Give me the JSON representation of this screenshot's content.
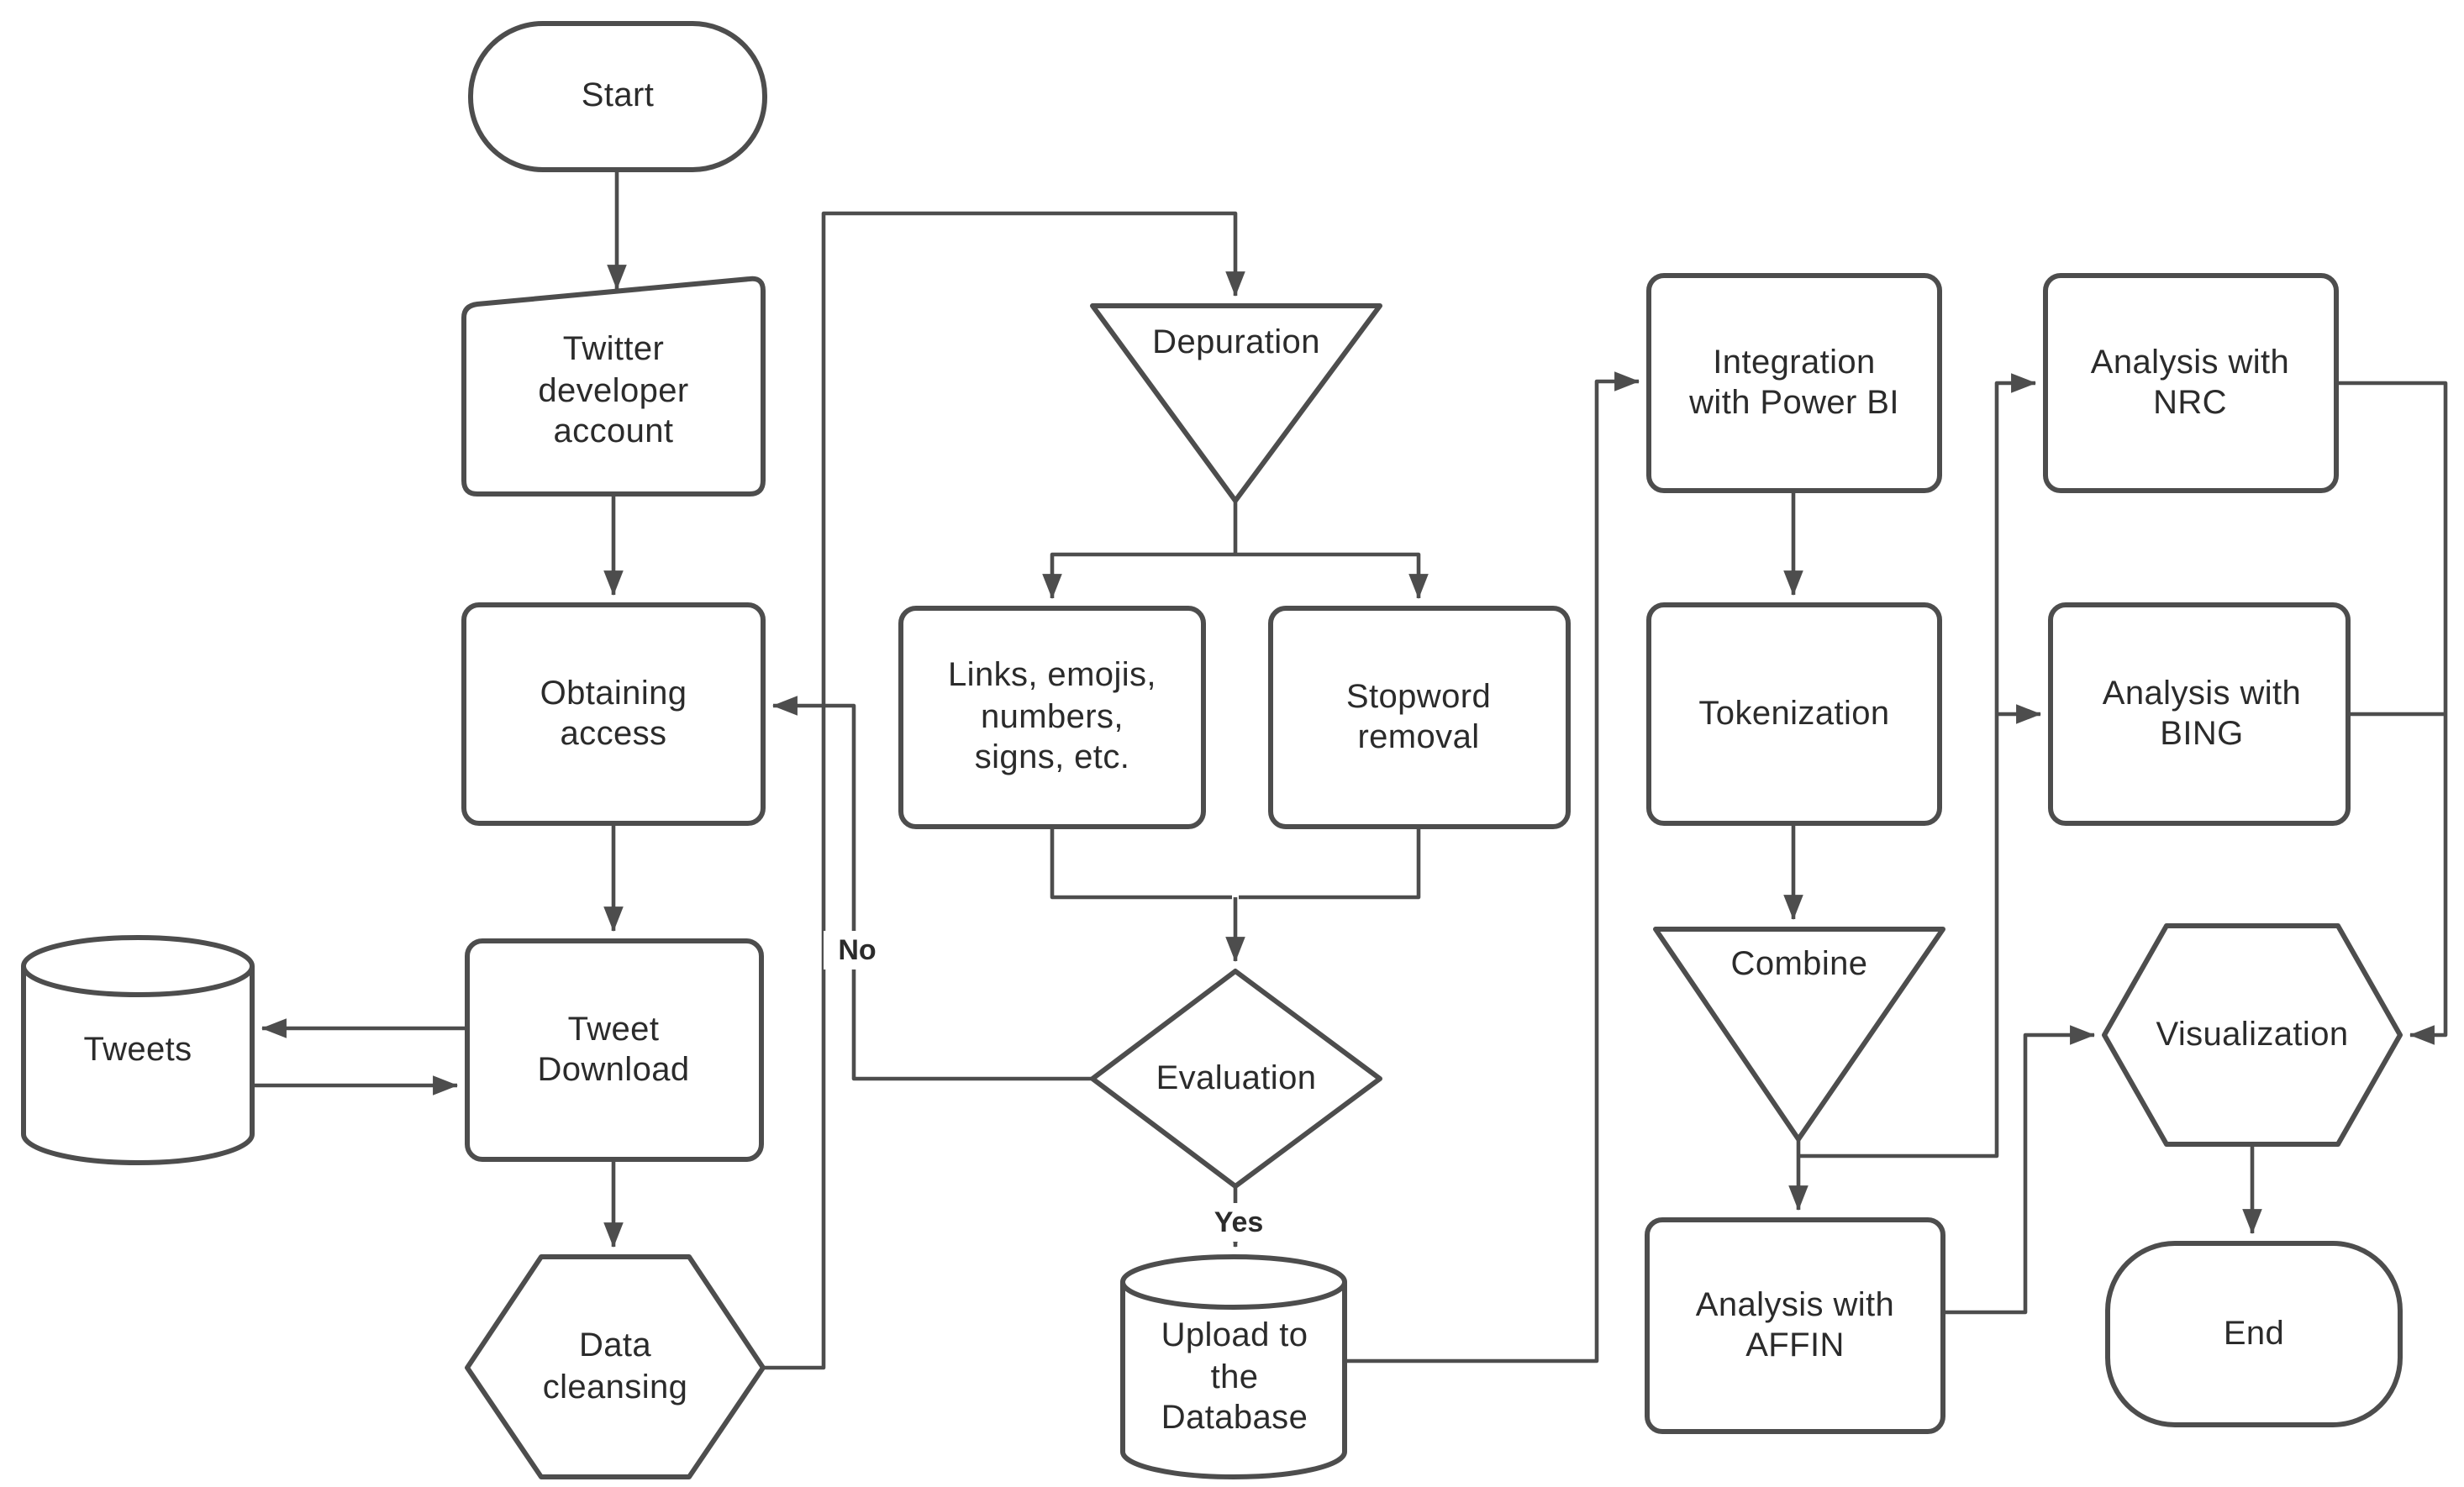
{
  "diagram_type": "flowchart",
  "colors": {
    "stroke": "#4d4d4d",
    "fill": "#ffffff",
    "text": "#2b2b2b",
    "canvas": "#ffffff"
  },
  "nodes": {
    "start": {
      "label": "Start",
      "shape": "terminator"
    },
    "twitter_account": {
      "label": "Twitter developer account",
      "shape": "card"
    },
    "obtaining_access": {
      "label": "Obtaining access",
      "shape": "process"
    },
    "tweets_db": {
      "label": "Tweets",
      "shape": "database"
    },
    "tweet_download": {
      "label": "Tweet Download",
      "shape": "process"
    },
    "data_cleansing": {
      "label": "Data cleansing",
      "shape": "hexagon"
    },
    "depuration": {
      "label": "Depuration",
      "shape": "funnel"
    },
    "links_removal": {
      "label": "Links, emojis, numbers, signs, etc.",
      "shape": "process"
    },
    "stopword_removal": {
      "label": "Stopword removal",
      "shape": "process"
    },
    "evaluation": {
      "label": "Evaluation",
      "shape": "decision"
    },
    "upload_db": {
      "label": "Upload to the Database",
      "shape": "database"
    },
    "integration_bi": {
      "label": "Integration with Power BI",
      "shape": "process"
    },
    "tokenization": {
      "label": "Tokenization",
      "shape": "process"
    },
    "combine": {
      "label": "Combine",
      "shape": "funnel"
    },
    "analysis_affin": {
      "label": "Analysis with AFFIN",
      "shape": "process"
    },
    "analysis_nrc": {
      "label": "Analysis with NRC",
      "shape": "process"
    },
    "analysis_bing": {
      "label": "Analysis with BING",
      "shape": "process"
    },
    "visualization": {
      "label": "Visualization",
      "shape": "hexagon"
    },
    "end": {
      "label": "End",
      "shape": "terminator"
    }
  },
  "labels": {
    "no": "No",
    "yes": "Yes"
  },
  "edges": [
    {
      "from": "start",
      "to": "twitter_account"
    },
    {
      "from": "twitter_account",
      "to": "obtaining_access"
    },
    {
      "from": "obtaining_access",
      "to": "tweet_download"
    },
    {
      "from": "tweet_download",
      "to": "tweets_db"
    },
    {
      "from": "tweets_db",
      "to": "tweet_download"
    },
    {
      "from": "tweet_download",
      "to": "data_cleansing"
    },
    {
      "from": "data_cleansing",
      "to": "depuration"
    },
    {
      "from": "depuration",
      "to": "links_removal"
    },
    {
      "from": "depuration",
      "to": "stopword_removal"
    },
    {
      "from": "links_removal",
      "to": "evaluation"
    },
    {
      "from": "stopword_removal",
      "to": "evaluation"
    },
    {
      "from": "evaluation",
      "to": "obtaining_access",
      "label": "No"
    },
    {
      "from": "evaluation",
      "to": "upload_db",
      "label": "Yes"
    },
    {
      "from": "upload_db",
      "to": "integration_bi"
    },
    {
      "from": "integration_bi",
      "to": "tokenization"
    },
    {
      "from": "tokenization",
      "to": "combine"
    },
    {
      "from": "combine",
      "to": "analysis_affin"
    },
    {
      "from": "combine",
      "to": "analysis_nrc"
    },
    {
      "from": "combine",
      "to": "analysis_bing"
    },
    {
      "from": "analysis_affin",
      "to": "visualization"
    },
    {
      "from": "analysis_nrc",
      "to": "visualization"
    },
    {
      "from": "analysis_bing",
      "to": "visualization"
    },
    {
      "from": "visualization",
      "to": "end"
    }
  ]
}
